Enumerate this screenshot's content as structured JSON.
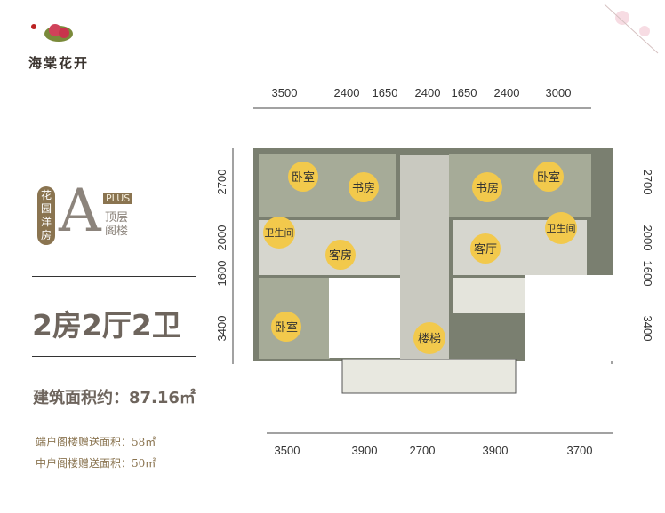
{
  "brand": {
    "name": "海棠花开"
  },
  "unit": {
    "category": "花园洋房",
    "type": "A",
    "tag": "PLUS",
    "floor": "顶层阁楼",
    "layout": "2房2厅2卫",
    "area": "建筑面积约：87.16㎡"
  },
  "gift_areas": [
    "端户阁楼赠送面积：58㎡",
    "中户阁楼赠送面积：50㎡"
  ],
  "dims": {
    "top": [
      "3500",
      "2400",
      "1650",
      "2400",
      "1650",
      "2400",
      "3000"
    ],
    "bottom": [
      "3500",
      "3900",
      "2700",
      "3900",
      "3700"
    ],
    "left": [
      "2700",
      "2000",
      "1600",
      "3400"
    ],
    "right": [
      "2700",
      "2000",
      "1600",
      "3400"
    ]
  },
  "rooms": [
    "卧室",
    "书房",
    "书房",
    "卧室",
    "卫生间",
    "客房",
    "客厅",
    "卫生间",
    "卧室",
    "楼梯"
  ],
  "colors": {
    "accent": "#8a7450",
    "room_label": "#f2c94c",
    "floor": "#9aa08c"
  }
}
